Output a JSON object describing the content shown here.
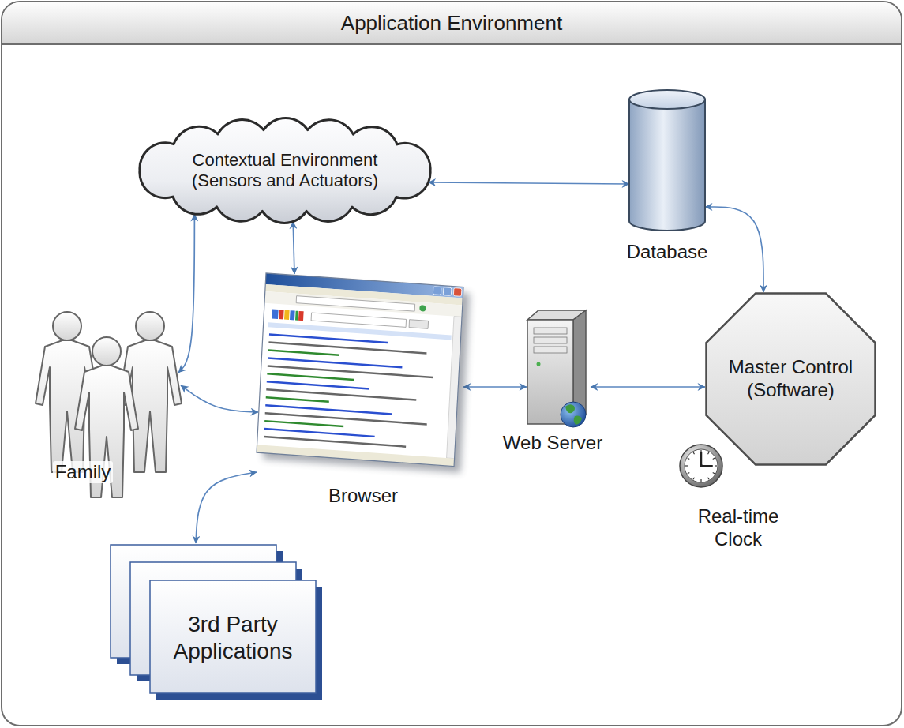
{
  "diagram": {
    "nodes": [
      {
        "text": [
          "Application Environment"
        ]
      },
      {
        "text": [
          "Contextual Environment (Sensors and Actuators)"
        ],
        "in": 0
      },
      {
        "text": [
          "Database"
        ],
        "in": 0
      },
      {
        "text": [
          "Family"
        ],
        "in": 0
      },
      {
        "text": [
          "Browser"
        ],
        "in": 0
      },
      {
        "text": [
          "Web Server"
        ],
        "in": 0
      },
      {
        "text": [
          "Master Control (Software)"
        ],
        "in": 0
      },
      {
        "text": [
          "Real-time Clock"
        ],
        "in": 0
      },
      {
        "text": [
          "3rd Party Applications"
        ],
        "in": 0
      }
    ],
    "edges": [
      {
        "from": 1,
        "to": 2,
        "arrow": "both"
      },
      {
        "from": 1,
        "to": 4,
        "arrow": "both"
      },
      {
        "from": 1,
        "to": 3,
        "arrow": "both"
      },
      {
        "from": 3,
        "to": 4,
        "arrow": "both"
      },
      {
        "from": 8,
        "to": 4,
        "arrow": "both"
      },
      {
        "from": 4,
        "to": 5,
        "arrow": "both"
      },
      {
        "from": 5,
        "to": 6,
        "arrow": "both"
      },
      {
        "from": 2,
        "to": 6,
        "arrow": "both"
      }
    ]
  }
}
